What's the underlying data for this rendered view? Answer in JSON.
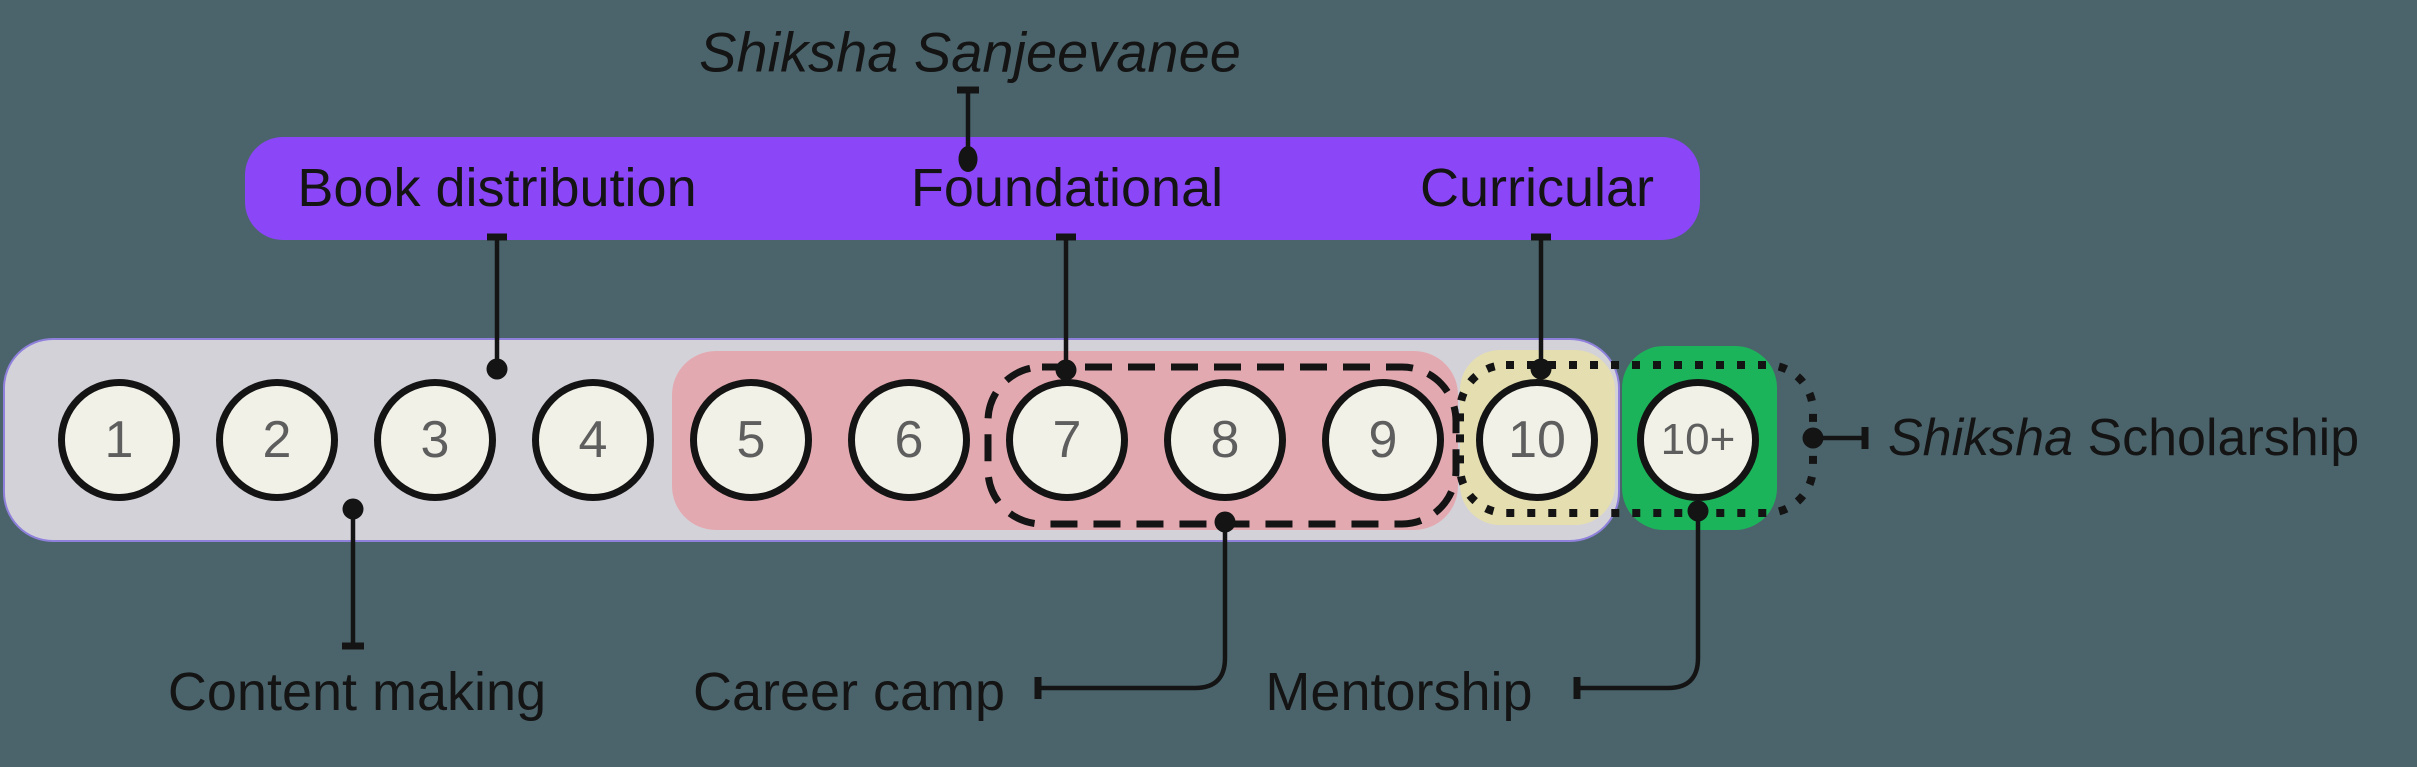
{
  "background_color": "#4b646c",
  "title": "Shiksha Sanjeevanee",
  "program_bar": {
    "color": "#8a46f7",
    "labels": [
      {
        "text": "Book distribution"
      },
      {
        "text": "Foundational"
      },
      {
        "text": "Curricular"
      }
    ]
  },
  "stages": [
    {
      "label": "1"
    },
    {
      "label": "2"
    },
    {
      "label": "3"
    },
    {
      "label": "4"
    },
    {
      "label": "5"
    },
    {
      "label": "6"
    },
    {
      "label": "7"
    },
    {
      "label": "8"
    },
    {
      "label": "9"
    },
    {
      "label": "10"
    },
    {
      "label": "10+"
    }
  ],
  "zones": {
    "base": {
      "color": "#d4d2d9",
      "outline_color": "#8f80dc"
    },
    "pink": {
      "color": "#e3a9b0"
    },
    "yellow": {
      "color": "#e5deb0"
    },
    "green": {
      "color": "#1cb45a"
    }
  },
  "circle_style": {
    "fill": "#f2f1e8",
    "border_color": "#141414",
    "number_color": "#5e5e5e"
  },
  "outline_groups": {
    "dashed_rect_color": "#141414",
    "dotted_rect_color": "#141414"
  },
  "annotations": {
    "content_making": "Content making",
    "career_camp": "Career camp",
    "mentorship": "Mentorship",
    "scholarship": {
      "italic_part": "Shiksha",
      "regular_part": " Scholarship"
    }
  }
}
